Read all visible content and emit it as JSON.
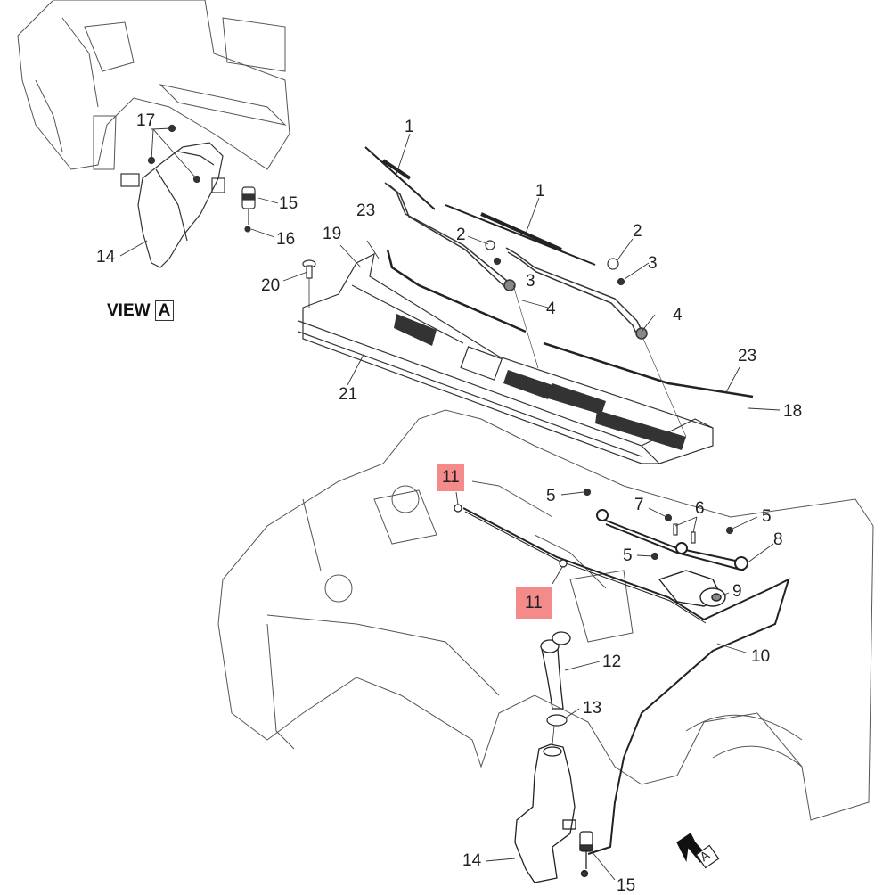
{
  "diagram": {
    "title": "Windshield Wiper and Washer System - Exploded View",
    "view_label": {
      "text": "VIEW",
      "letter": "A"
    },
    "view_arrow_letter": "A",
    "highlight_color": "#f48a8a",
    "callouts": [
      {
        "id": "c1a",
        "label": "1",
        "part": "wiper-blade"
      },
      {
        "id": "c1b",
        "label": "1",
        "part": "wiper-blade"
      },
      {
        "id": "c2a",
        "label": "2",
        "part": "arm-cap"
      },
      {
        "id": "c2b",
        "label": "2",
        "part": "arm-cap"
      },
      {
        "id": "c3a",
        "label": "3",
        "part": "arm-nut"
      },
      {
        "id": "c3b",
        "label": "3",
        "part": "arm-nut"
      },
      {
        "id": "c4a",
        "label": "4",
        "part": "wiper-arm"
      },
      {
        "id": "c4b",
        "label": "4",
        "part": "wiper-arm"
      },
      {
        "id": "c5a",
        "label": "5",
        "part": "bolt"
      },
      {
        "id": "c5b",
        "label": "5",
        "part": "bolt"
      },
      {
        "id": "c5c",
        "label": "5",
        "part": "bolt"
      },
      {
        "id": "c6",
        "label": "6",
        "part": "pivot"
      },
      {
        "id": "c7",
        "label": "7",
        "part": "nut"
      },
      {
        "id": "c8",
        "label": "8",
        "part": "linkage"
      },
      {
        "id": "c9",
        "label": "9",
        "part": "wiper-motor"
      },
      {
        "id": "c10",
        "label": "10",
        "part": "washer-hose"
      },
      {
        "id": "c11a",
        "label": "11",
        "part": "washer-nozzle",
        "highlighted": true
      },
      {
        "id": "c11b",
        "label": "11",
        "part": "washer-nozzle",
        "highlighted": true
      },
      {
        "id": "c12",
        "label": "12",
        "part": "filler-neck"
      },
      {
        "id": "c13",
        "label": "13",
        "part": "grommet"
      },
      {
        "id": "c14a",
        "label": "14",
        "part": "washer-reservoir"
      },
      {
        "id": "c14b",
        "label": "14",
        "part": "washer-reservoir"
      },
      {
        "id": "c15a",
        "label": "15",
        "part": "washer-pump"
      },
      {
        "id": "c15b",
        "label": "15",
        "part": "washer-pump"
      },
      {
        "id": "c16",
        "label": "16",
        "part": "pump-grommet"
      },
      {
        "id": "c17",
        "label": "17",
        "part": "reservoir-nut"
      },
      {
        "id": "c18",
        "label": "18",
        "part": "cowl-panel-right"
      },
      {
        "id": "c19",
        "label": "19",
        "part": "cowl-seal"
      },
      {
        "id": "c20",
        "label": "20",
        "part": "push-pin"
      },
      {
        "id": "c21",
        "label": "21",
        "part": "cowl-panel"
      },
      {
        "id": "c23a",
        "label": "23",
        "part": "windshield-seal"
      },
      {
        "id": "c23b",
        "label": "23",
        "part": "windshield-seal"
      }
    ]
  }
}
